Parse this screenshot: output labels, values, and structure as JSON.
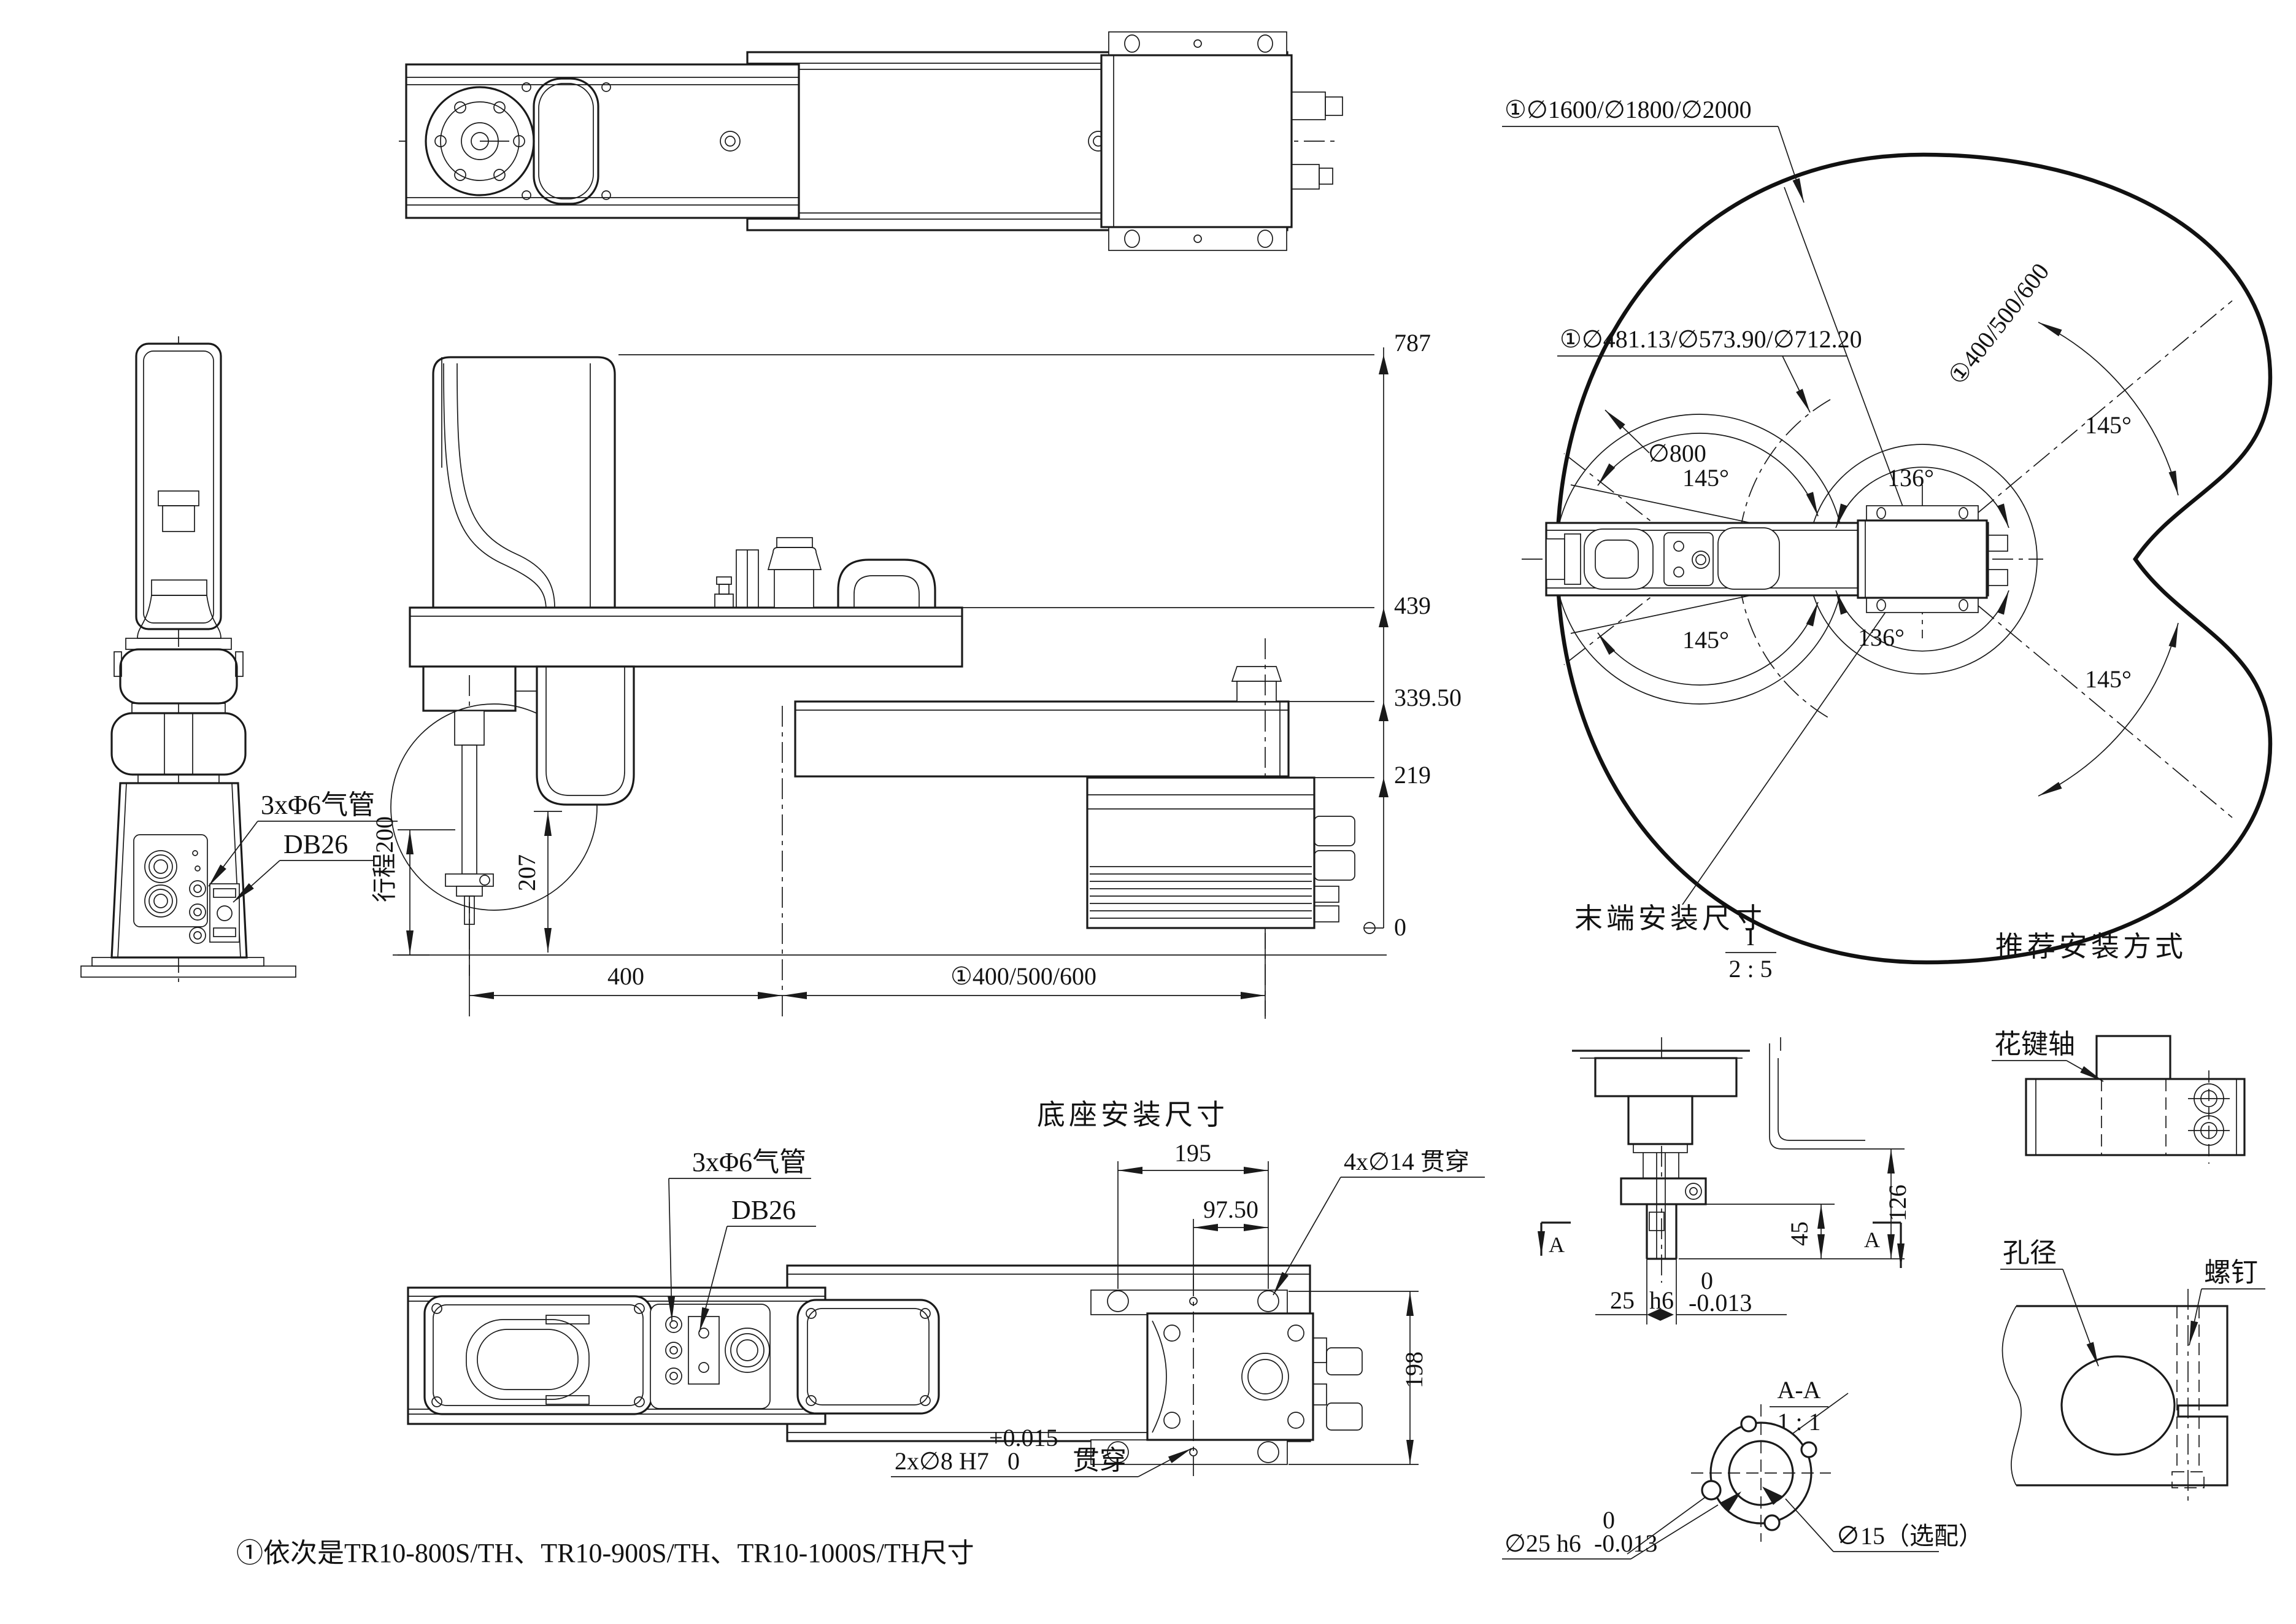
{
  "labels": {
    "note": "①依次是TR10-800S/TH、TR10-900S/TH、TR10-1000S/TH尺寸",
    "front": {
      "air": "3xΦ6气管",
      "db26": "DB26"
    },
    "elev": {
      "d787": "787",
      "d439": "439",
      "d3395": "339.50",
      "d219": "219",
      "d0": "0",
      "stroke": "行程200",
      "d207": "207",
      "d400": "400",
      "reach": "①400/500/600"
    },
    "env": {
      "outer": "①∅1600/∅1800/∅2000",
      "inner": "①∅481.13/∅573.90/∅712.20",
      "d800": "∅800",
      "reach": "①400/500/600",
      "a145_tl": "145°",
      "a145_bl": "145°",
      "a136_t": "136°",
      "a136_b": "136°",
      "a145_tr": "145°",
      "a145_br": "145°"
    },
    "base": {
      "title": "底座安装尺寸",
      "air": "3xΦ6气管",
      "db26": "DB26",
      "d195": "195",
      "d975": "97.50",
      "holes": "4x∅14 贯穿",
      "d198": "198",
      "pins": "2x∅8 H7",
      "tol_p": "+0.015",
      "tol_0": "0",
      "through": "贯穿"
    },
    "end": {
      "title": "末端安装尺寸",
      "mark": "I",
      "scale": "2 : 5",
      "d126": "126",
      "d45": "45",
      "d25": "25",
      "fit": "h6",
      "tol_0": "0",
      "tol_m": "-0.013",
      "a": "A"
    },
    "sec": {
      "title": "A-A",
      "scale": "1 : 1",
      "d25": "∅25 h6",
      "tol_0": "0",
      "tol_m": "-0.013",
      "d15": "∅15（选配）"
    },
    "mount": {
      "title": "推荐安装方式",
      "spline": "花键轴",
      "bore": "孔径",
      "screw": "螺钉"
    }
  }
}
